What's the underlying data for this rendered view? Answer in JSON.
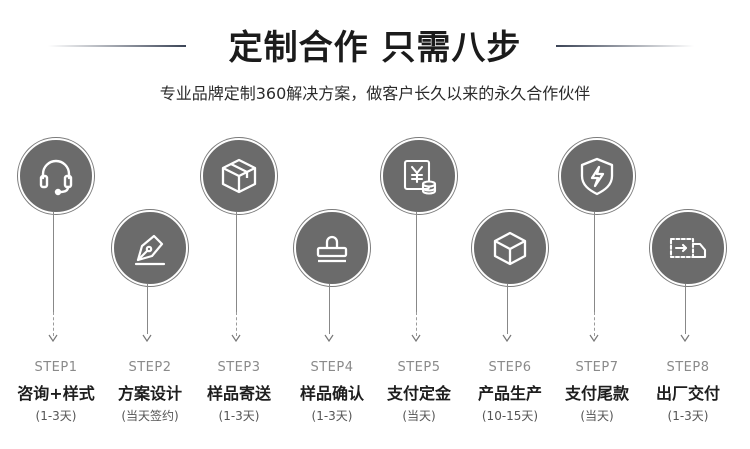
{
  "header": {
    "title": "定制合作 只需八步",
    "subtitle": "专业品牌定制360解决方案，做客户长久以来的永久合作伙伴"
  },
  "steps": [
    {
      "step": "STEP1",
      "name": "咨询+样式",
      "duration": "(1-3天)",
      "icon": "headset-icon"
    },
    {
      "step": "STEP2",
      "name": "方案设计",
      "duration": "(当天签约)",
      "icon": "pen-nib-icon"
    },
    {
      "step": "STEP3",
      "name": "样品寄送",
      "duration": "(1-3天)",
      "icon": "package-icon"
    },
    {
      "step": "STEP4",
      "name": "样品确认",
      "duration": "(1-3天)",
      "icon": "stamp-icon"
    },
    {
      "step": "STEP5",
      "name": "支付定金",
      "duration": "(当天)",
      "icon": "payment-icon"
    },
    {
      "step": "STEP6",
      "name": "产品生产",
      "duration": "(10-15天)",
      "icon": "box-icon"
    },
    {
      "step": "STEP7",
      "name": "支付尾款",
      "duration": "(当天)",
      "icon": "shield-icon"
    },
    {
      "step": "STEP8",
      "name": "出厂交付",
      "duration": "(1-3天)",
      "icon": "truck-icon"
    }
  ],
  "colors": {
    "circle": "#6b6b6b",
    "title": "#1b1b1b",
    "line": "#3b4456"
  }
}
